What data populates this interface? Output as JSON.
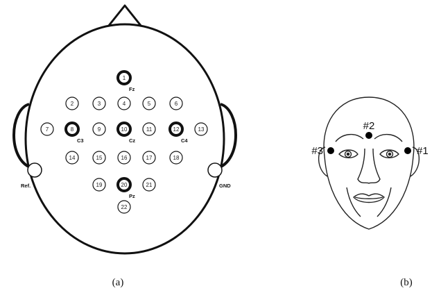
{
  "panel_a": {
    "caption": "(a)",
    "electrodes": [
      {
        "num": "1",
        "label": "Fz",
        "active": true
      },
      {
        "num": "2",
        "active": false
      },
      {
        "num": "3",
        "active": false
      },
      {
        "num": "4",
        "active": false
      },
      {
        "num": "5",
        "active": false
      },
      {
        "num": "6",
        "active": false
      },
      {
        "num": "7",
        "active": false
      },
      {
        "num": "8",
        "label": "C3",
        "active": true
      },
      {
        "num": "9",
        "active": false
      },
      {
        "num": "10",
        "label": "Cz",
        "active": true
      },
      {
        "num": "11",
        "active": false
      },
      {
        "num": "12",
        "label": "C4",
        "active": true
      },
      {
        "num": "13",
        "active": false
      },
      {
        "num": "14",
        "active": false
      },
      {
        "num": "15",
        "active": false
      },
      {
        "num": "16",
        "active": false
      },
      {
        "num": "17",
        "active": false
      },
      {
        "num": "18",
        "active": false
      },
      {
        "num": "19",
        "active": false
      },
      {
        "num": "20",
        "label": "Pz",
        "active": true
      },
      {
        "num": "21",
        "active": false
      },
      {
        "num": "22",
        "active": false
      }
    ],
    "reference_label": "Ref.",
    "ground_label": "GND"
  },
  "panel_b": {
    "caption": "(b)",
    "channels": [
      "#1",
      "#2",
      "#3"
    ]
  }
}
